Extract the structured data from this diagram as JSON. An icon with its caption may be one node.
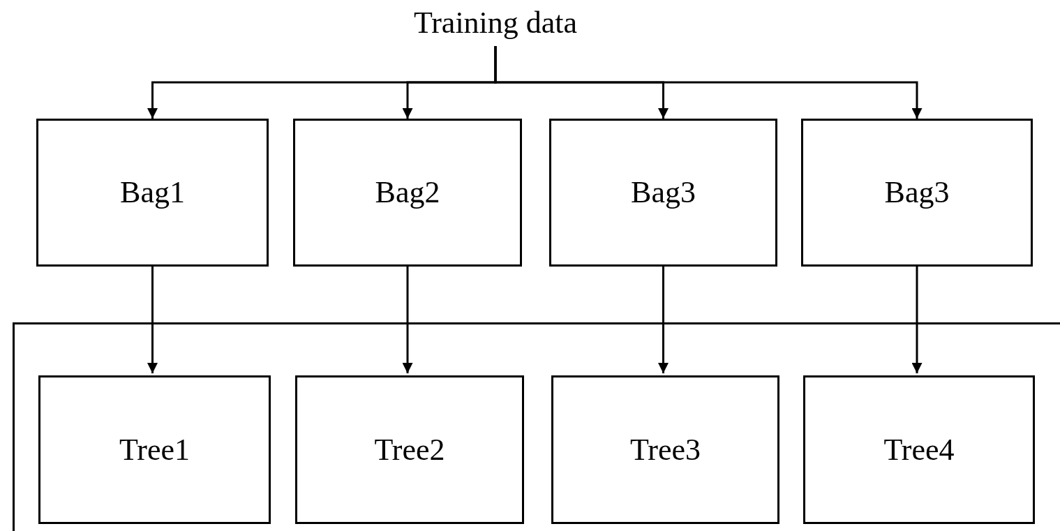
{
  "diagram": {
    "nodes": [
      {
        "text": [
          "Training data"
        ]
      },
      {
        "text": [
          "Bag1"
        ]
      },
      {
        "text": [
          "Bag2"
        ]
      },
      {
        "text": [
          "Bag3"
        ]
      },
      {
        "text": [
          "Bag3"
        ]
      },
      {
        "text": [],
        "shape": "box"
      },
      {
        "text": [
          "Tree1"
        ],
        "in": 5
      },
      {
        "text": [
          "Tree2"
        ],
        "in": 5
      },
      {
        "text": [
          "Tree3"
        ],
        "in": 5
      },
      {
        "text": [
          "Tree4"
        ],
        "in": 5
      }
    ],
    "edges": [
      {
        "from": 0,
        "to": 1,
        "arrow": "to"
      },
      {
        "from": 0,
        "to": 2,
        "arrow": "to"
      },
      {
        "from": 0,
        "to": 3,
        "arrow": "to"
      },
      {
        "from": 0,
        "to": 4,
        "arrow": "to"
      },
      {
        "from": 1,
        "to": 6,
        "arrow": "to"
      },
      {
        "from": 2,
        "to": 7,
        "arrow": "to"
      },
      {
        "from": 3,
        "to": 8,
        "arrow": "to"
      },
      {
        "from": 4,
        "to": 9,
        "arrow": "to"
      }
    ]
  }
}
